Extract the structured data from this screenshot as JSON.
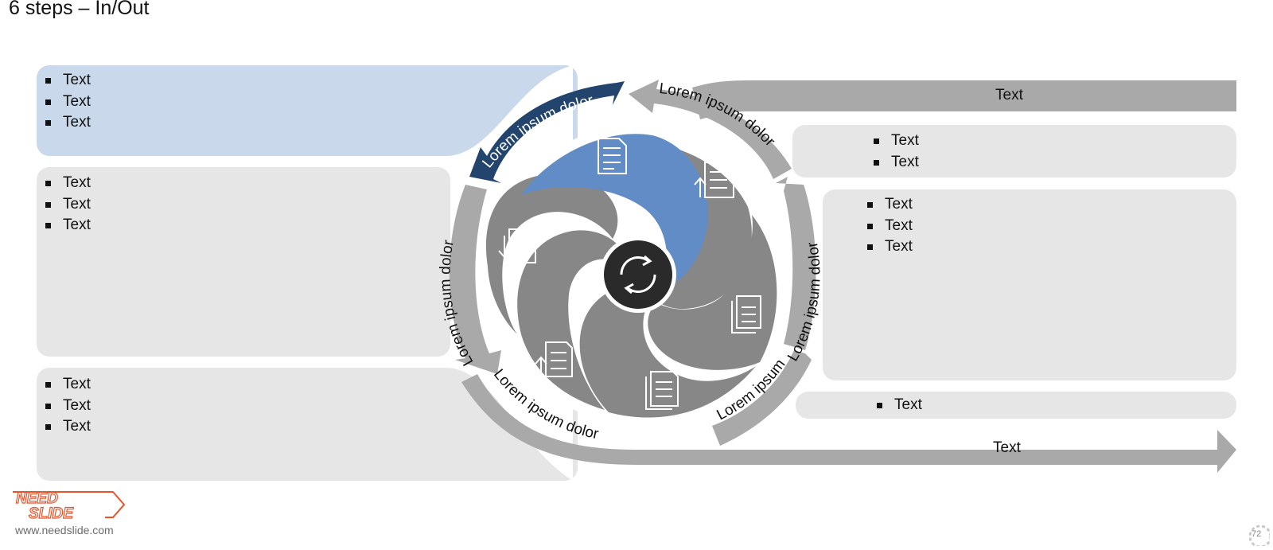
{
  "slide": {
    "title": "6 steps – In/Out"
  },
  "panels": {
    "left_top": [
      "Text",
      "Text",
      "Text"
    ],
    "left_middle": [
      "Text",
      "Text",
      "Text"
    ],
    "left_bottom": [
      "Text",
      "Text",
      "Text"
    ],
    "right_top": [
      "Text",
      "Text"
    ],
    "right_middle": [
      "Text",
      "Text",
      "Text"
    ],
    "right_bottom": [
      "Text"
    ]
  },
  "arrows": {
    "in_label": "Text",
    "out_label": "Text"
  },
  "ring_labels": [
    "Lorem ipsum dolor",
    "Lorem ipsum dolor",
    "Lorem ipsum dolor",
    "Lorem ipsum",
    "Lorem ipsum dolor",
    "Lorem ipsum dolor"
  ],
  "icons": [
    "checklist-document-icon",
    "upload-checklist-icon",
    "report-stack-icon",
    "documents-stack-icon",
    "upload-checklist-icon",
    "download-checklist-icon",
    "refresh-cycle-icon"
  ],
  "colors": {
    "active_segment": "#628cc6",
    "active_arrow": "#23446d",
    "segment_gray": "#878787",
    "arrow_gray": "#a9a9a9",
    "panel_gray": "#e6e6e6",
    "panel_blue": "#c9d8ea",
    "center": "#2a2a2a"
  },
  "footer": {
    "logo_line1": "NEED",
    "logo_line2": "SLIDE",
    "url": "www.needslide.com",
    "page_number": "72"
  }
}
